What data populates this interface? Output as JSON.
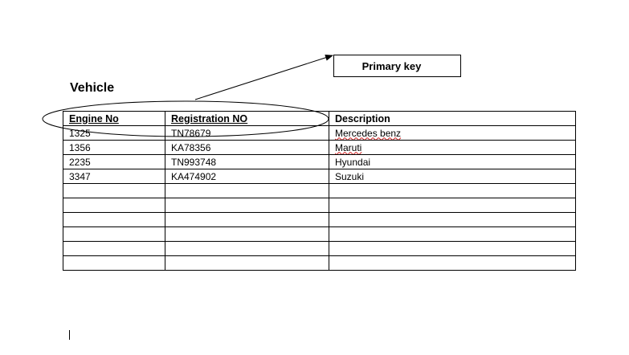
{
  "callout": {
    "label": "Primary key"
  },
  "title": "Vehicle",
  "table": {
    "headers": [
      "Engine No",
      "Registration NO",
      "Description"
    ],
    "rows": [
      [
        "1325",
        "TN78679",
        "Mercedes benz"
      ],
      [
        "1356",
        "KA78356",
        "Maruti"
      ],
      [
        "2235",
        "TN993748",
        "Hyundai"
      ],
      [
        "3347",
        "KA474902",
        "Suzuki"
      ],
      [
        "",
        "",
        ""
      ],
      [
        "",
        "",
        ""
      ],
      [
        "",
        "",
        ""
      ],
      [
        "",
        "",
        ""
      ],
      [
        "",
        "",
        ""
      ],
      [
        "",
        "",
        ""
      ]
    ]
  }
}
